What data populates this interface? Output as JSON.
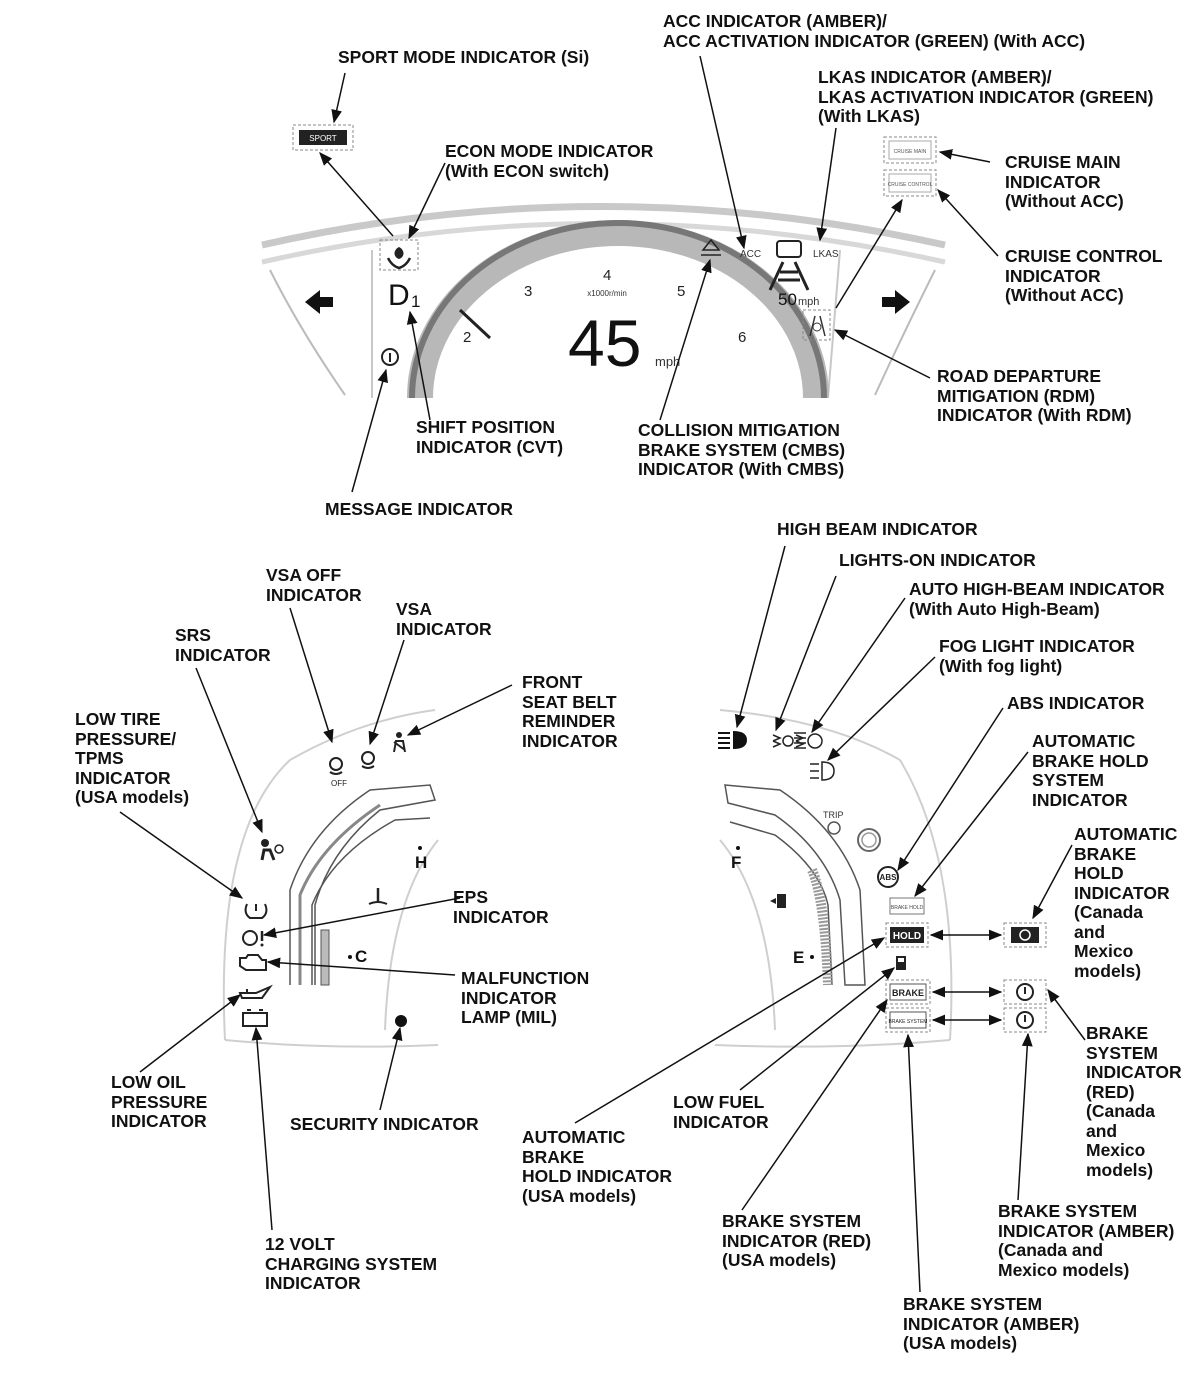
{
  "labels": {
    "sport_mode": "SPORT MODE INDICATOR (Si)",
    "econ_mode": "ECON MODE INDICATOR\n(With ECON switch)",
    "acc": "ACC INDICATOR (AMBER)/\nACC ACTIVATION INDICATOR (GREEN) (With ACC)",
    "lkas": "LKAS INDICATOR (AMBER)/\nLKAS ACTIVATION INDICATOR (GREEN)\n(With LKAS)",
    "cruise_main": "CRUISE MAIN\nINDICATOR\n(Without ACC)",
    "cruise_control": "CRUISE CONTROL\nINDICATOR\n(Without ACC)",
    "rdm": "ROAD DEPARTURE\nMITIGATION (RDM)\nINDICATOR (With RDM)",
    "cmbs": "COLLISION MITIGATION\nBRAKE SYSTEM (CMBS)\nINDICATOR (With CMBS)",
    "shift_position": "SHIFT POSITION\nINDICATOR (CVT)",
    "message": "MESSAGE INDICATOR",
    "vsa_off": "VSA OFF\nINDICATOR",
    "vsa": "VSA\nINDICATOR",
    "srs": "SRS\nINDICATOR",
    "seat_belt": "FRONT\nSEAT BELT\nREMINDER\nINDICATOR",
    "tpms": "LOW TIRE\nPRESSURE/\nTPMS\nINDICATOR\n(USA models)",
    "eps": "EPS\nINDICATOR",
    "mil": "MALFUNCTION\nINDICATOR\nLAMP (MIL)",
    "low_oil": "LOW OIL\nPRESSURE\nINDICATOR",
    "security": "SECURITY INDICATOR",
    "charging": "12 VOLT\nCHARGING SYSTEM\nINDICATOR",
    "high_beam": "HIGH BEAM INDICATOR",
    "lights_on": "LIGHTS-ON INDICATOR",
    "auto_high_beam": "AUTO HIGH-BEAM INDICATOR\n(With Auto High-Beam)",
    "fog_light": "FOG LIGHT INDICATOR\n(With fog light)",
    "abs": "ABS INDICATOR",
    "auto_brake_hold_system": "AUTOMATIC\nBRAKE HOLD\nSYSTEM\nINDICATOR",
    "auto_brake_hold_canada": "AUTOMATIC\nBRAKE\nHOLD\nINDICATOR\n(Canada\nand\nMexico\nmodels)",
    "brake_red_canada": "BRAKE\nSYSTEM\nINDICATOR\n(RED)\n(Canada\nand\nMexico\nmodels)",
    "low_fuel": "LOW FUEL\nINDICATOR",
    "auto_brake_hold_usa": "AUTOMATIC\nBRAKE\nHOLD INDICATOR\n(USA models)",
    "brake_red_usa": "BRAKE SYSTEM\nINDICATOR (RED)\n(USA models)",
    "brake_amber_canada": "BRAKE SYSTEM\nINDICATOR (AMBER)\n(Canada and\nMexico models)",
    "brake_amber_usa": "BRAKE SYSTEM\nINDICATOR (AMBER)\n(USA models)"
  },
  "display": {
    "speed": "45",
    "speed_unit": "mph",
    "gear": "D",
    "gear_sub": "1",
    "tach_unit": "x1000r/min",
    "tach_ticks": [
      "2",
      "3",
      "4",
      "5",
      "6"
    ],
    "set_speed": "50",
    "set_speed_unit": "mph",
    "acc_text": "ACC",
    "lkas_text": "LKAS",
    "sport_text": "SPORT",
    "cruise_main_text": "CRUISE MAIN",
    "cruise_control_text": "CRUISE CONTROL",
    "temp_hot": "H",
    "temp_cold": "C",
    "fuel_full": "F",
    "fuel_empty": "E",
    "trip_text": "TRIP",
    "abs_text": "ABS",
    "brake_hold_text": "BRAKE HOLD",
    "hold_text": "HOLD",
    "brake_text": "BRAKE",
    "brake_system_text": "BRAKE SYSTEM",
    "vsa_off_sub": "OFF"
  },
  "icons": {
    "left_turn": "arrow-left-icon",
    "right_turn": "arrow-right-icon",
    "econ": "leaf-icon",
    "message": "info-icon",
    "high_beam": "high-beam-icon",
    "lights_on": "lights-on-icon",
    "auto_high_beam": "auto-high-beam-icon",
    "fog": "fog-light-icon",
    "fuel_pump": "fuel-pump-icon",
    "engine": "engine-icon",
    "oil": "oil-can-icon",
    "battery": "battery-icon",
    "tpms": "tire-pressure-icon",
    "eps": "steering-wheel-icon",
    "seat_belt": "seat-belt-icon",
    "srs": "airbag-icon",
    "coolant": "thermometer-icon",
    "security": "security-dot-icon"
  }
}
